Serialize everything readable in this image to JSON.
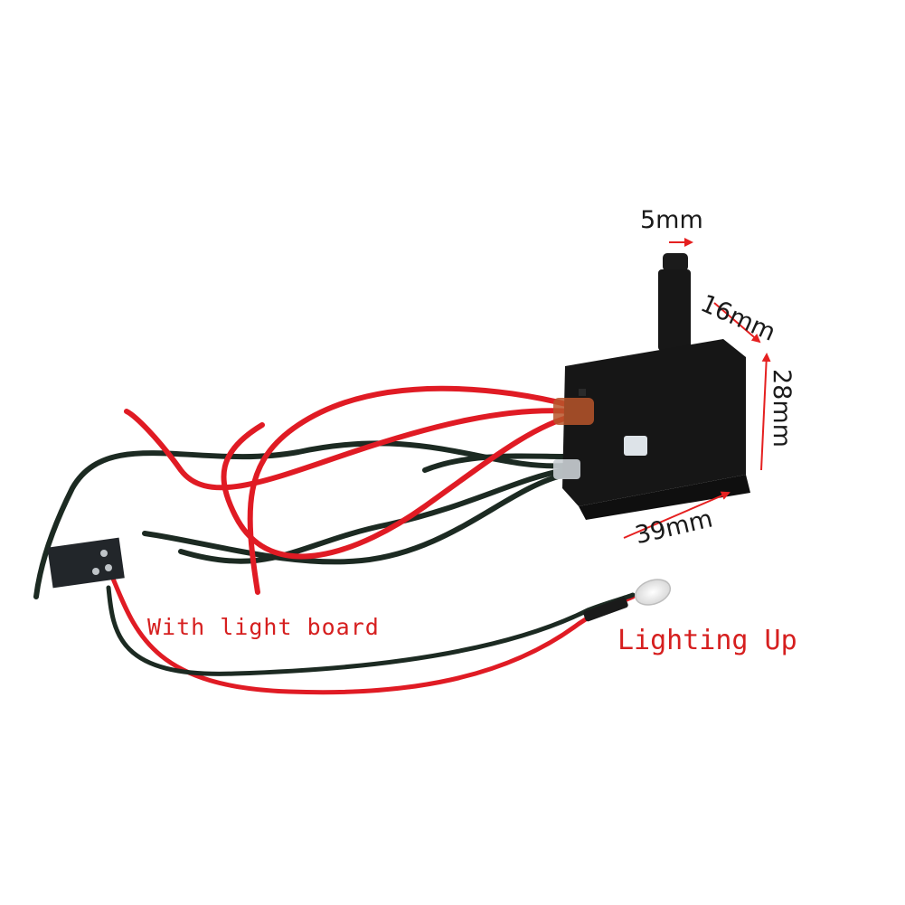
{
  "dimensions": {
    "shaft": "5mm",
    "depth": "16mm",
    "height": "28mm",
    "width": "39mm"
  },
  "callouts": {
    "light_board": "With light board",
    "lighting_up": "Lighting Up"
  },
  "colors": {
    "background": "#ffffff",
    "wire_red": "#e01b24",
    "wire_black": "#1c2a22",
    "body_black": "#161616",
    "arrow_red": "#e52020",
    "callout_red": "#d61f1f"
  }
}
